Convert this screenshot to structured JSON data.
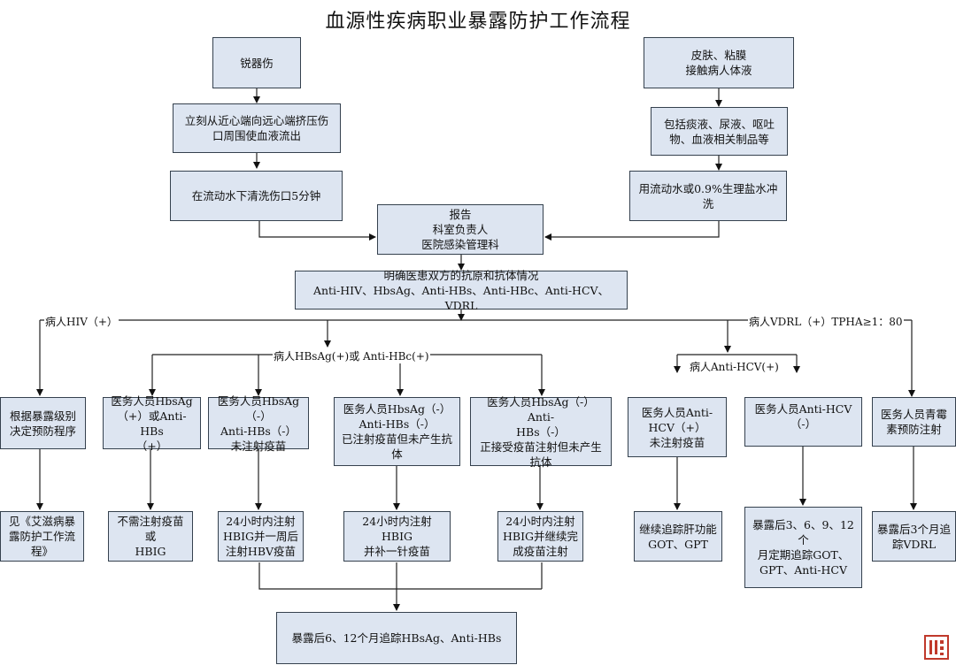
{
  "title": "血源性疾病职业暴露防护工作流程",
  "nodes": {
    "sharp_injury": "锐器伤",
    "skin_mucosa": "皮肤、粘膜\n接触病人体液",
    "squeeze_wound": "立刻从近心端向远心端挤压伤\n口周围使血液流出",
    "body_fluids": "包括痰液、尿液、呕吐\n物、血液相关制品等",
    "wash_wound": "在流动水下清洗伤口5分钟",
    "rinse_saline": "用流动水或0.9%生理盐水冲洗",
    "report": "报告\n科室负责人\n医院感染管理科",
    "clarify": "明确医患双方的抗原和抗体情况\nAnti-HIV、HbsAg、Anti-HBs、Anti-HBc、Anti-HCV、VDRL",
    "hiv_decide": "根据暴露级别\n决定预防程序",
    "hbv_positive": "医务人员HbsAg\n（+）或Anti-HBs\n（+）",
    "hbv_unvaccinated": "医务人员HbsAg（-）\nAnti-HBs（-）\n未注射疫苗",
    "hbv_no_antibody": "医务人员HbsAg（-）\nAnti-HBs（-）\n已注射疫苗但未产生抗\n体",
    "hbv_in_progress": "医务人员HbsAg（-）Anti-\nHBs（-）\n正接受疫苗注射但未产生\n抗体",
    "hcv_unvaccinated": "医务人员Anti-\nHCV（+）\n未注射疫苗",
    "hcv_negative": "医务人员Anti-HCV\n（-）",
    "vdrl_penicillin": "医务人员青霉\n素预防注射",
    "hiv_see": "见《艾滋病暴\n露防护工作流\n程》",
    "no_vaccine": "不需注射疫苗\n或\nHBIG",
    "hbig_one_week": "24小时内注射\nHBIG并一周后\n注射HBV疫苗",
    "hbig_booster": "24小时内注射HBIG\n并补一针疫苗",
    "hbig_complete": "24小时内注射\nHBIG并继续完\n成疫苗注射",
    "liver_function": "继续追踪肝功能\nGOT、GPT",
    "hcv_followup": "暴露后3、6、9、12个\n月定期追踪GOT、\nGPT、Anti-HCV",
    "vdrl_followup": "暴露后3个月追\n踪VDRL",
    "hbs_followup": "暴露后6、12个月追踪HBsAg、Anti-HBs"
  },
  "edge_labels": {
    "hiv": "病人HIV（+）",
    "vdrl": "病人VDRL（+）TPHA≥1：80",
    "hbsag": "病人HBsAg(+)或 Anti-HBc(+)",
    "hcv": "病人Anti-HCV(+)"
  },
  "colors": {
    "box_fill": "#dde5f1",
    "stroke": "#35414e",
    "seal": "#c0392b"
  }
}
